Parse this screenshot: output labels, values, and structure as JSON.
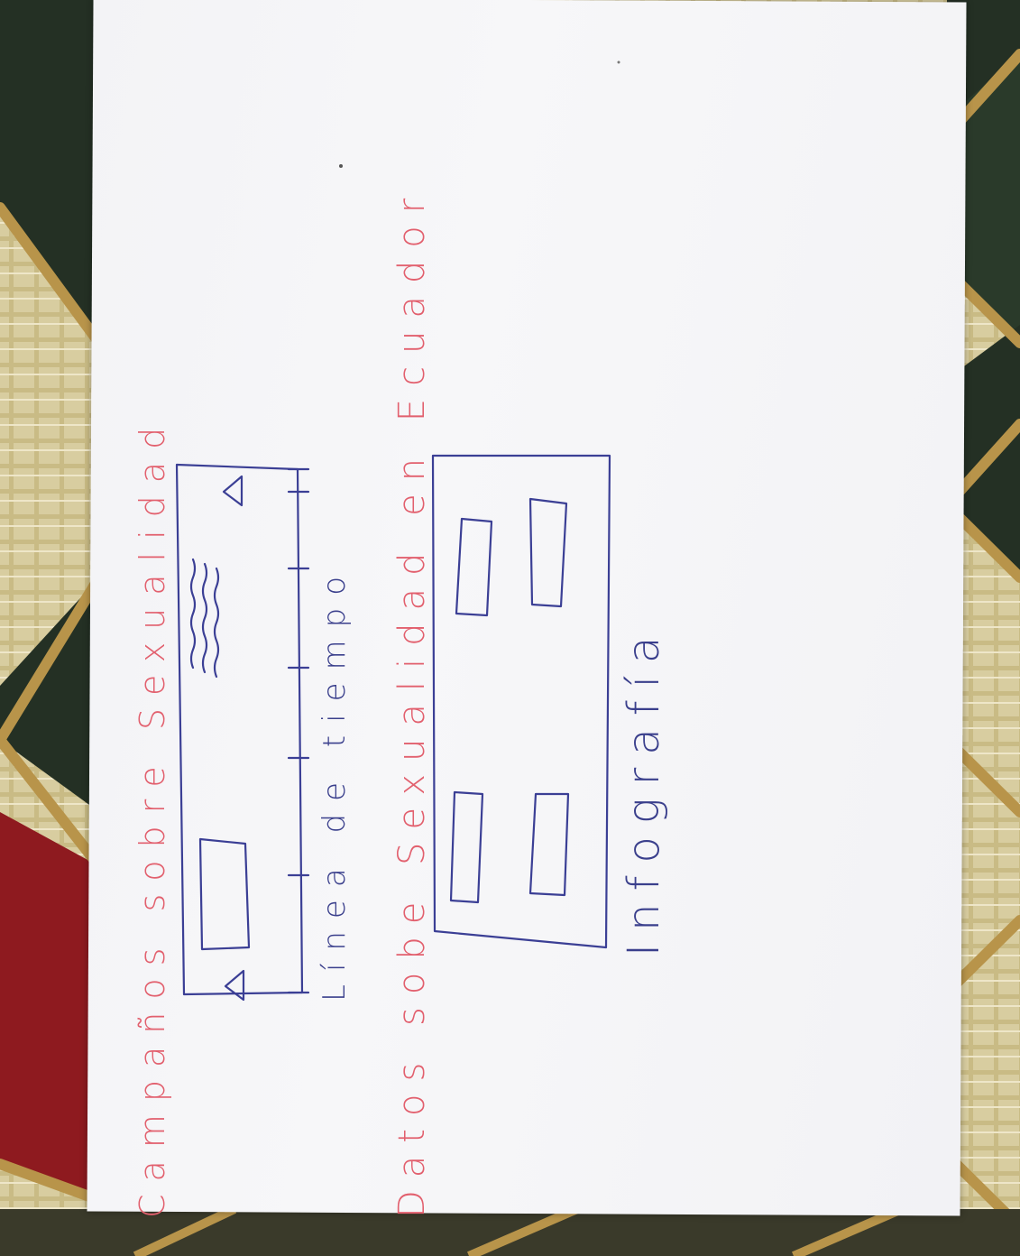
{
  "photo": {
    "subject": "hand-drawn-sketch-on-paper",
    "colors": {
      "red_ink": "#e2606e",
      "blue_ink": "#3b3f95",
      "paper": "#f4f4f7",
      "cloth_gold": "#b8944a",
      "cloth_dark": "#243024",
      "cloth_cream": "#d9cfa4",
      "cloth_red": "#8e1a1f"
    }
  },
  "sketch": {
    "title_1": "Campaños sobre Sexualidad",
    "caption_1": "Línea de tiempo",
    "title_2": "Datos sobe Sexualidad en Ecuador",
    "caption_2": "Infografía"
  }
}
